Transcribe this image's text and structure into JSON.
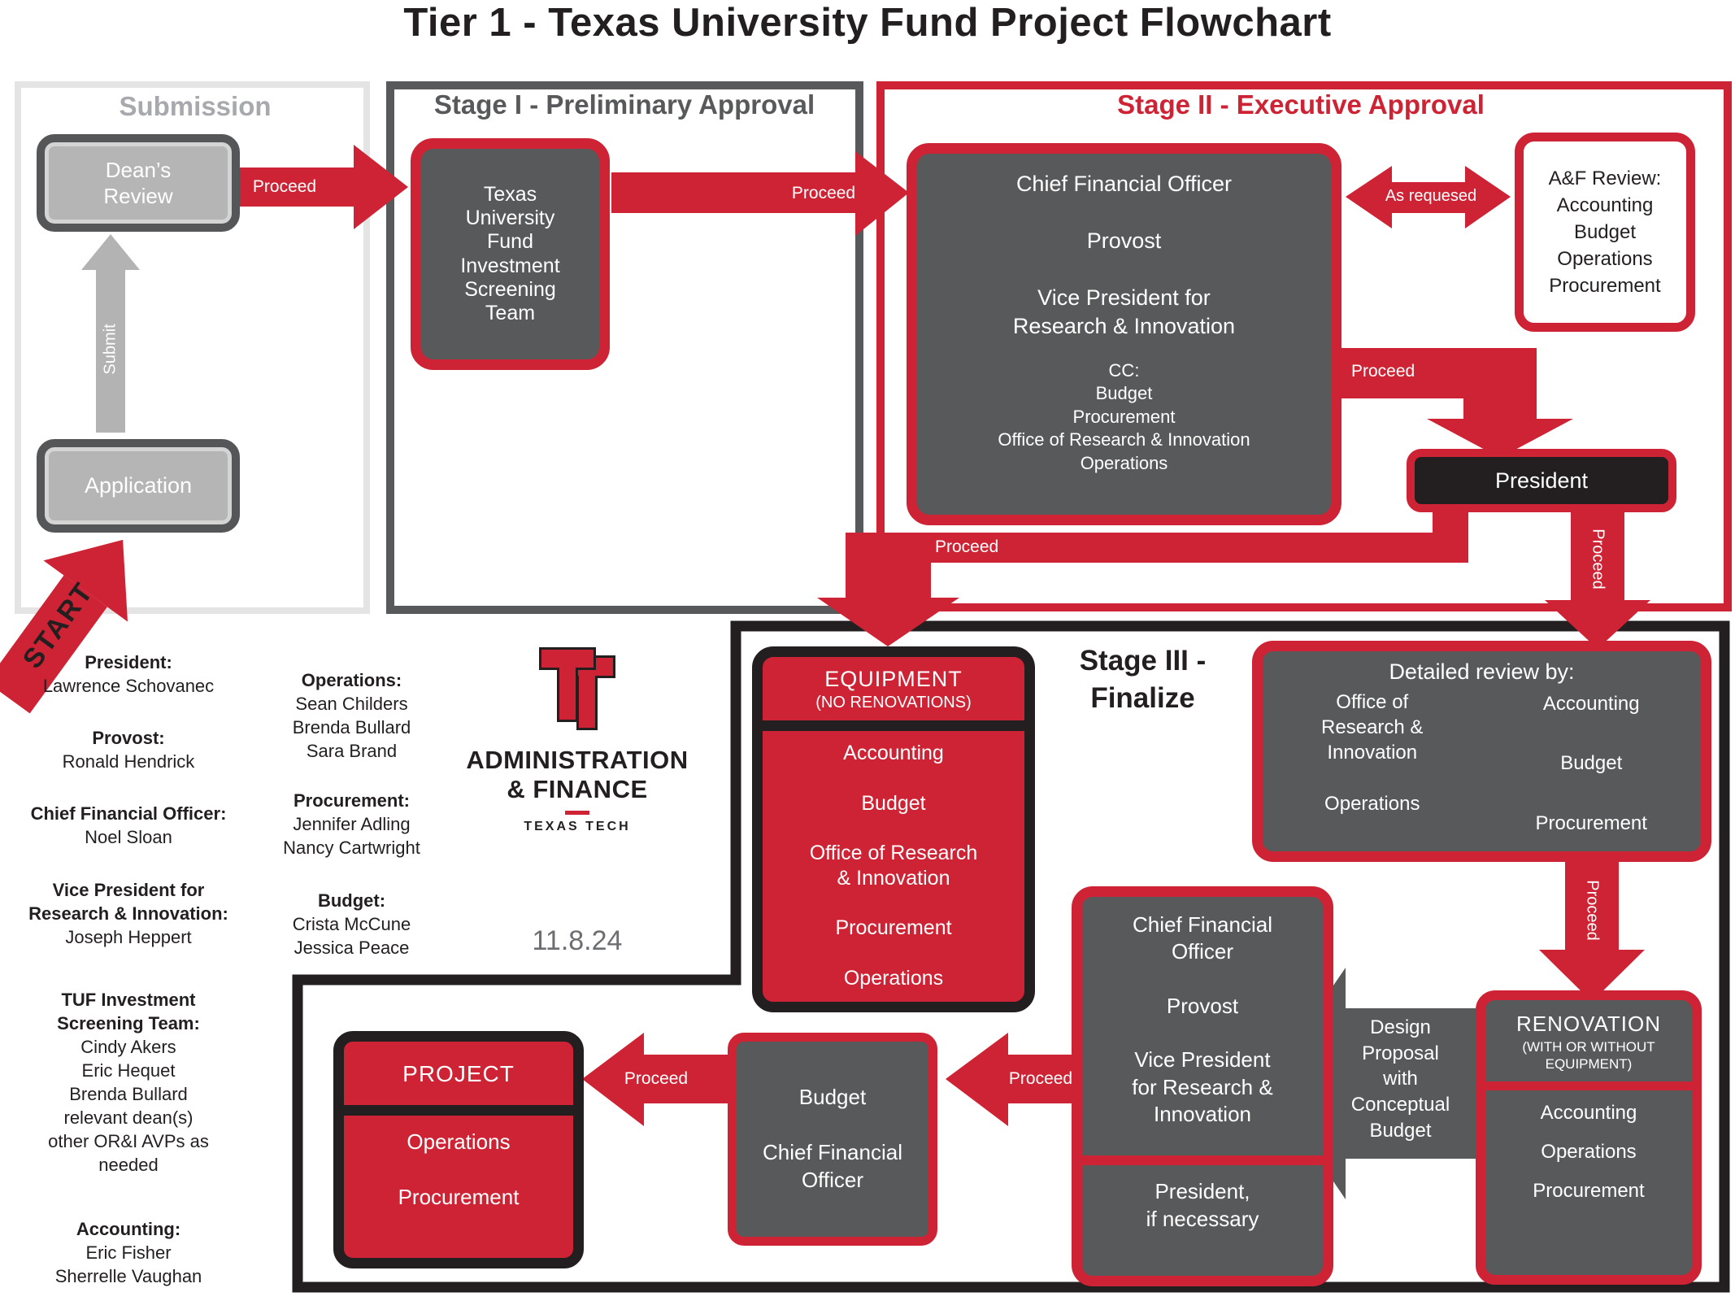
{
  "title": "Tier 1 - Texas University Fund Project Flowchart",
  "colors": {
    "red": "#ce2334",
    "box_gray": "#58595b",
    "near_black": "#231f20",
    "light_gray": "#b3b3b3"
  },
  "submission": {
    "title": "Submission",
    "deans_review": "Dean’s\nReview",
    "application": "Application",
    "submit_label": "Submit",
    "start_label": "START"
  },
  "stage1": {
    "title": "Stage I - Preliminary Approval",
    "tuf_box": "Texas\nUniversity\nFund\nInvestment\nScreening\nTeam"
  },
  "stage2": {
    "title": "Stage II - Executive Approval",
    "cfo_box_main": "Chief Financial Officer\n\nProvost\n\nVice President for\nResearch & Innovation",
    "cfo_box_cc": "CC:\nBudget\nProcurement\nOffice of Research & Innovation\nOperations",
    "af_box": "A&F Review:\nAccounting\nBudget\nOperations\nProcurement",
    "as_requested": "As requesed",
    "president": "President"
  },
  "stage3": {
    "title": "Stage III -\nFinalize",
    "equipment_title": "EQUIPMENT",
    "equipment_sub": "(NO RENOVATIONS)",
    "equipment_list": "Accounting\n\nBudget\n\nOffice of Research\n& Innovation\n\nProcurement\n\nOperations",
    "detailed_title": "Detailed review by:",
    "detailed_left": "Office of\nResearch &\nInnovation\n\nOperations",
    "detailed_right": "Accounting\n\nBudget\n\nProcurement",
    "renovation_title": "RENOVATION",
    "renovation_sub": "(WITH OR WITHOUT\nEQUIPMENT)",
    "renovation_list": "Accounting\n\nOperations\n\nProcurement",
    "design_arrow": "Design\nProposal\nwith\nConceptual\nBudget",
    "cfo_box_main": "Chief Financial\nOfficer\n\nProvost\n\nVice President\nfor Research &\nInnovation",
    "cfo_box_bottom": "President,\nif necessary",
    "budget_box": "Budget\n\nChief Financial\nOfficer",
    "project_title": "PROJECT",
    "project_list": "Operations\n\nProcurement"
  },
  "arrows": {
    "proceed": "Proceed"
  },
  "roster_left": [
    {
      "title": "President:",
      "names": "Lawrence Schovanec"
    },
    {
      "title": "Provost:",
      "names": "Ronald Hendrick"
    },
    {
      "title": "Chief Financial Officer:",
      "names": "Noel Sloan"
    },
    {
      "title": "Vice President for\nResearch & Innovation:",
      "names": "Joseph Heppert"
    },
    {
      "title": "TUF Investment\nScreening Team:",
      "names": "Cindy Akers\nEric Hequet\nBrenda Bullard\nrelevant dean(s)\nother OR&I AVPs as\nneeded"
    },
    {
      "title": "Accounting:",
      "names": "Eric Fisher\nSherrelle Vaughan"
    }
  ],
  "roster_middle": [
    {
      "title": "Operations:",
      "names": "Sean Childers\nBrenda Bullard\nSara Brand"
    },
    {
      "title": "Procurement:",
      "names": "Jennifer Adling\nNancy Cartwright"
    },
    {
      "title": "Budget:",
      "names": "Crista McCune\nJessica Peace"
    }
  ],
  "logo": {
    "line1": "ADMINISTRATION",
    "line2": "& FINANCE",
    "line3": "TEXAS TECH"
  },
  "date": "11.8.24"
}
